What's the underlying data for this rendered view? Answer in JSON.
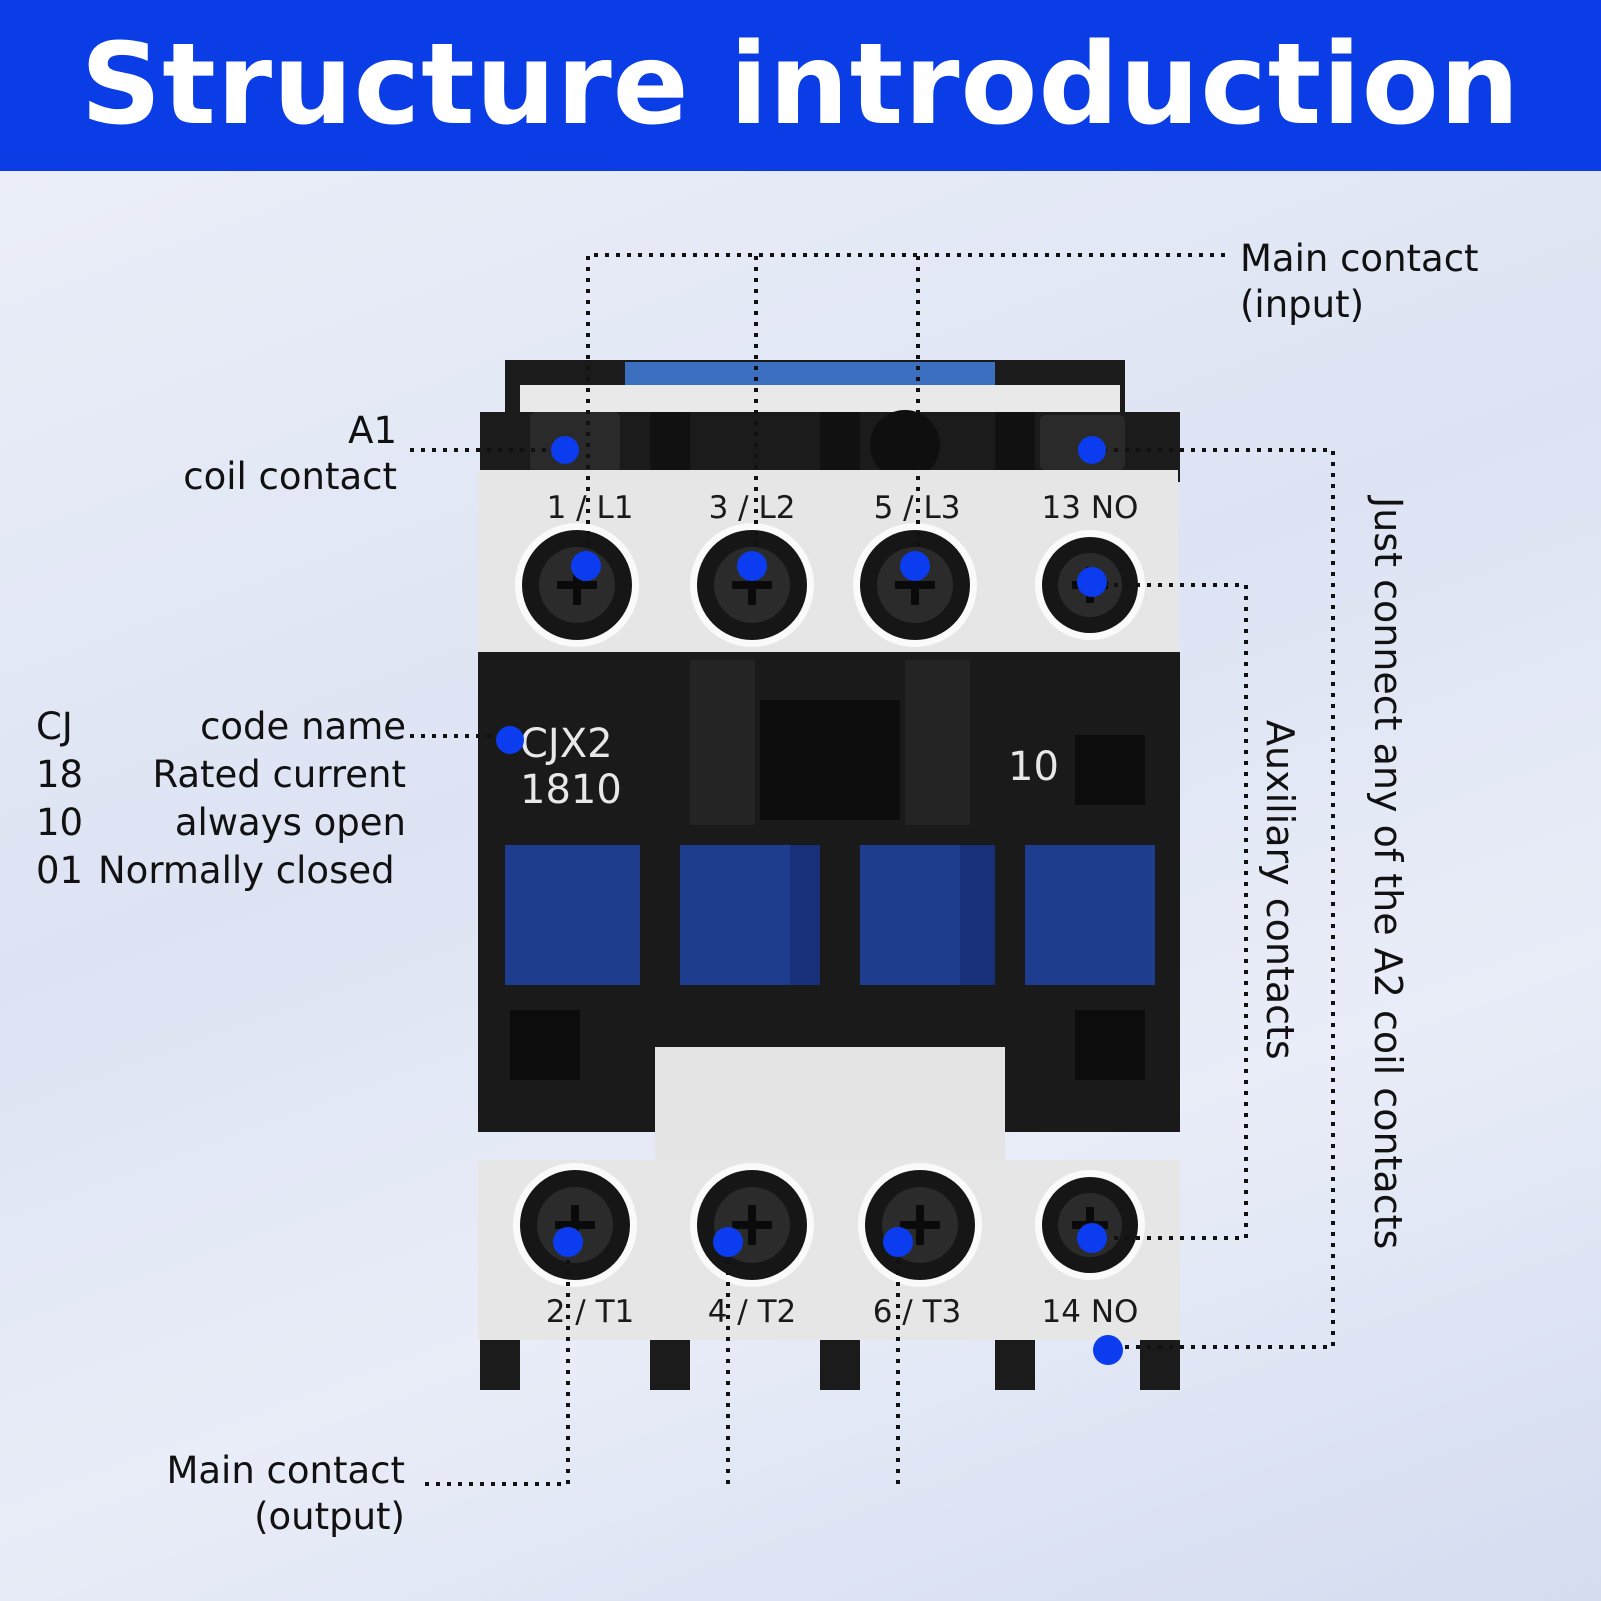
{
  "title": "Structure introduction",
  "labels": {
    "main_input_1": "Main contact",
    "main_input_2": "(input)",
    "a1_1": "A1",
    "a1_2": "coil contact",
    "main_output_1": "Main contact",
    "main_output_2": "(output)",
    "auxiliary": "Auxiliary contacts",
    "a2": "Just connect any of the A2 coil contacts"
  },
  "code_legend": [
    {
      "code": "CJ",
      "meaning": "code name"
    },
    {
      "code": "18",
      "meaning": "Rated current"
    },
    {
      "code": "10",
      "meaning": "always open"
    },
    {
      "code": "01",
      "meaning": "Normally closed"
    }
  ],
  "device": {
    "model_line1": "CJX2",
    "model_line2": "1810",
    "badge": "10",
    "top_terminals": [
      "1 / L1",
      "3 / L2",
      "5 / L3",
      "13 NO"
    ],
    "bottom_terminals": [
      "2 / T1",
      "4 / T2",
      "6 / T3",
      "14 NO"
    ]
  },
  "colors": {
    "header": "#0a3de6",
    "marker": "#0b3cf0",
    "housing": "#1b1b1b",
    "terminal_block": "#e6e6e6",
    "button_blue": "#1f3d8f"
  }
}
